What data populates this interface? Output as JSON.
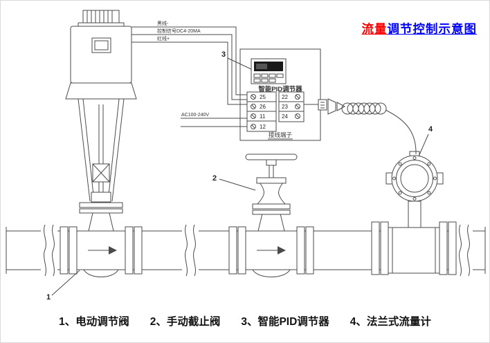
{
  "title": {
    "highlight": "流量",
    "rest": "调节控制示意图"
  },
  "wires": {
    "black_label": "黑线-",
    "signal_label": "控制信号DC4-20MA",
    "red_label": "红线+",
    "power_label": "AC100-240V"
  },
  "controller": {
    "name": "智能PID调节器",
    "terminals_caption": "接线端子",
    "left_terminals": [
      "25",
      "26",
      "11",
      "12"
    ],
    "right_terminals": [
      "22",
      "23",
      "24"
    ]
  },
  "callouts": [
    "1",
    "2",
    "3",
    "4"
  ],
  "legend": [
    "1、电动调节阀",
    "2、手动截止阀",
    "3、智能PID调节器",
    "4、法兰式流量计"
  ],
  "colors": {
    "title_red": "#ff0000",
    "title_blue": "#0000ff",
    "line": "#4a4a4a"
  }
}
